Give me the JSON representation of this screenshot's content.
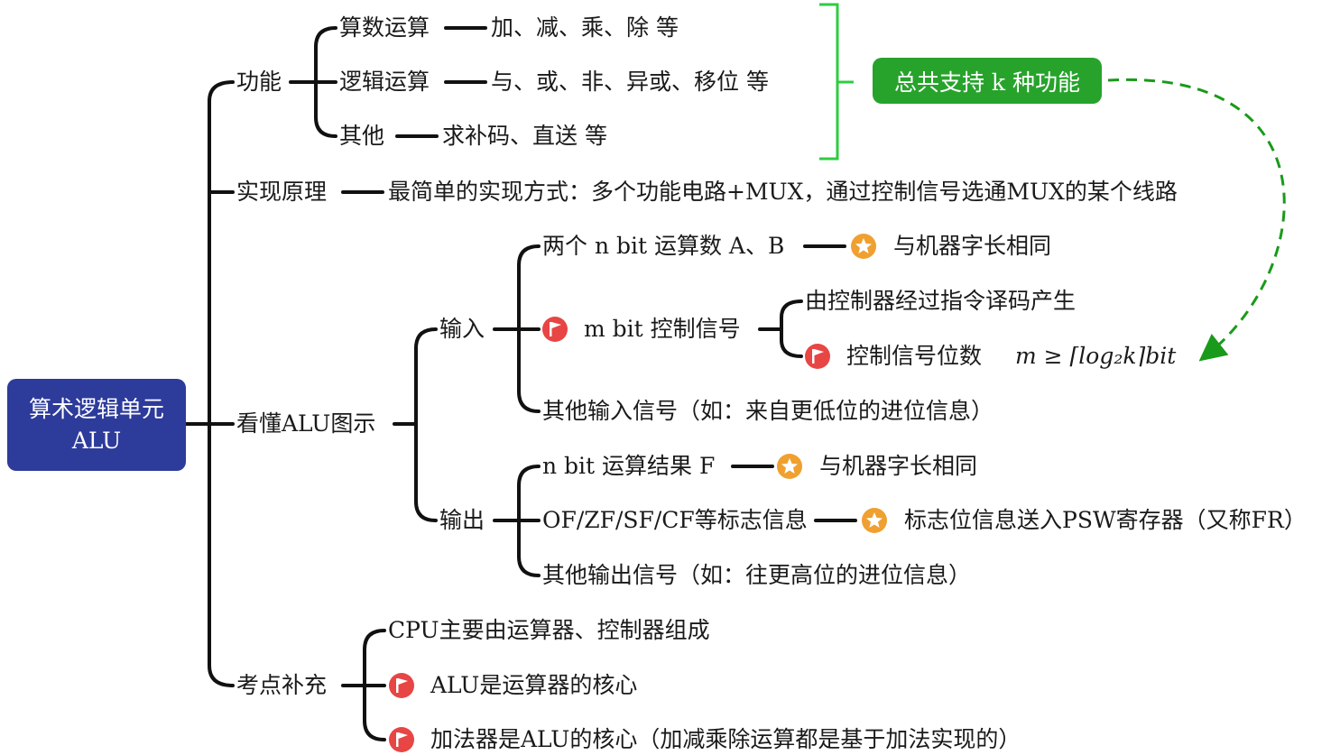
{
  "root": {
    "line1": "算术逻辑单元",
    "line2": "ALU"
  },
  "function": {
    "label": "功能",
    "arith": {
      "label": "算数运算",
      "detail": "加、减、乘、除 等"
    },
    "logic": {
      "label": "逻辑运算",
      "detail": "与、或、非、异或、移位 等"
    },
    "other": {
      "label": "其他",
      "detail": "求补码、直送 等"
    },
    "summary": "总共支持 k 种功能"
  },
  "principle": {
    "label": "实现原理",
    "detail": "最简单的实现方式：多个功能电路+MUX，通过控制信号选通MUX的某个线路"
  },
  "diagram": {
    "label": "看懂ALU图示",
    "input": {
      "label": "输入",
      "operands": "两个 n bit 运算数 A、B",
      "operands_note": "与机器字长相同",
      "control": "m bit 控制信号",
      "control_src": "由控制器经过指令译码产生",
      "control_bits": "控制信号位数",
      "control_formula": "m ≥ ⌈log₂k⌉bit",
      "other": "其他输入信号（如：来自更低位的进位信息）"
    },
    "output": {
      "label": "输出",
      "result": "n bit 运算结果 F",
      "result_note": "与机器字长相同",
      "flags": "OF/ZF/SF/CF等标志信息",
      "flags_note": "标志位信息送入PSW寄存器（又称FR）",
      "other": "其他输出信号（如：往更高位的进位信息）"
    }
  },
  "exam": {
    "label": "考点补充",
    "item1": "CPU主要由运算器、控制器组成",
    "item2": "ALU是运算器的核心",
    "item3": "加法器是ALU的核心（加减乘除运算都是基于加法实现的）"
  },
  "colors": {
    "root_bg": "#2d3b9b",
    "pill_bg": "#27a32c",
    "bracket": "#2ecc40",
    "dashed_arrow": "#1a9a1a",
    "star_badge": "#f0a030",
    "flag_badge": "#e84545",
    "line": "#111111"
  },
  "icons": {
    "star": "star-icon",
    "flag": "flag-icon"
  }
}
